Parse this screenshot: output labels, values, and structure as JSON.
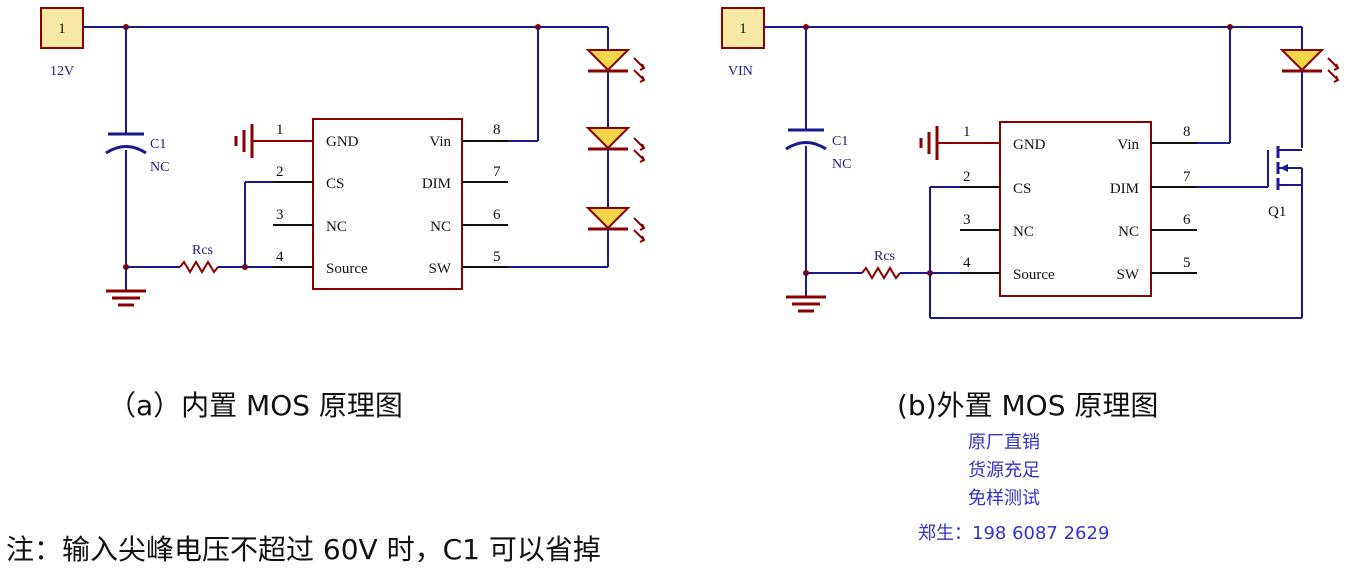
{
  "diagram_a": {
    "source_label": "1",
    "voltage_label": "12V",
    "cap_name": "C1",
    "cap_value": "NC",
    "res_name": "Rcs",
    "ic_left": [
      {
        "num": "1",
        "name": "GND"
      },
      {
        "num": "2",
        "name": "CS"
      },
      {
        "num": "3",
        "name": "NC"
      },
      {
        "num": "4",
        "name": "Source"
      }
    ],
    "ic_right": [
      {
        "num": "8",
        "name": "Vin"
      },
      {
        "num": "7",
        "name": "DIM"
      },
      {
        "num": "6",
        "name": "NC"
      },
      {
        "num": "5",
        "name": "SW"
      }
    ],
    "caption": "（a）内置 MOS 原理图"
  },
  "diagram_b": {
    "source_label": "1",
    "voltage_label": "VIN",
    "cap_name": "C1",
    "cap_value": "NC",
    "res_name": "Rcs",
    "mos_name": "Q1",
    "ic_left": [
      {
        "num": "1",
        "name": "GND"
      },
      {
        "num": "2",
        "name": "CS"
      },
      {
        "num": "3",
        "name": "NC"
      },
      {
        "num": "4",
        "name": "Source"
      }
    ],
    "ic_right": [
      {
        "num": "8",
        "name": "Vin"
      },
      {
        "num": "7",
        "name": "DIM"
      },
      {
        "num": "6",
        "name": "NC"
      },
      {
        "num": "5",
        "name": "SW"
      }
    ],
    "caption": "(b)外置 MOS 原理图"
  },
  "note": "注：输入尖峰电压不超过 60V 时，C1 可以省掉",
  "promo": {
    "line1": "原厂直销",
    "line2": "货源充足",
    "line3": "免样测试",
    "contact": "郑生：198 6087 2629"
  },
  "colors": {
    "wire": "#1a1a8c",
    "component": "#8b0000",
    "source_fill": "#f7e8a4",
    "led_fill": "#f2d64a"
  }
}
